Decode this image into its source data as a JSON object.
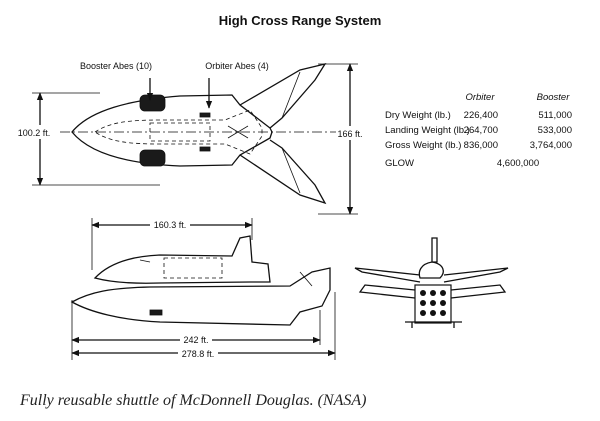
{
  "title": "High Cross Range System",
  "callouts": {
    "booster_abes": "Booster Abes (10)",
    "orbiter_abes": "Orbiter Abes (4)"
  },
  "dimensions": {
    "width_top": "100.2 ft.",
    "span": "166 ft.",
    "orbiter_length": "160.3 ft.",
    "booster_length": "242 ft.",
    "overall_length": "278.8 ft."
  },
  "weights_table": {
    "headers": [
      "Orbiter",
      "Booster"
    ],
    "rows": [
      {
        "label": "Dry Weight (lb.)",
        "orbiter": "226,400",
        "booster": "511,000"
      },
      {
        "label": "Landing Weight (lb.)",
        "orbiter": "264,700",
        "booster": "533,000"
      },
      {
        "label": "Gross Weight (lb.)",
        "orbiter": "836,000",
        "booster": "3,764,000"
      }
    ],
    "glow": {
      "label": "GLOW",
      "value": "4,600,000"
    }
  },
  "caption": "Fully reusable shuttle of McDonnell Douglas. (NASA)"
}
